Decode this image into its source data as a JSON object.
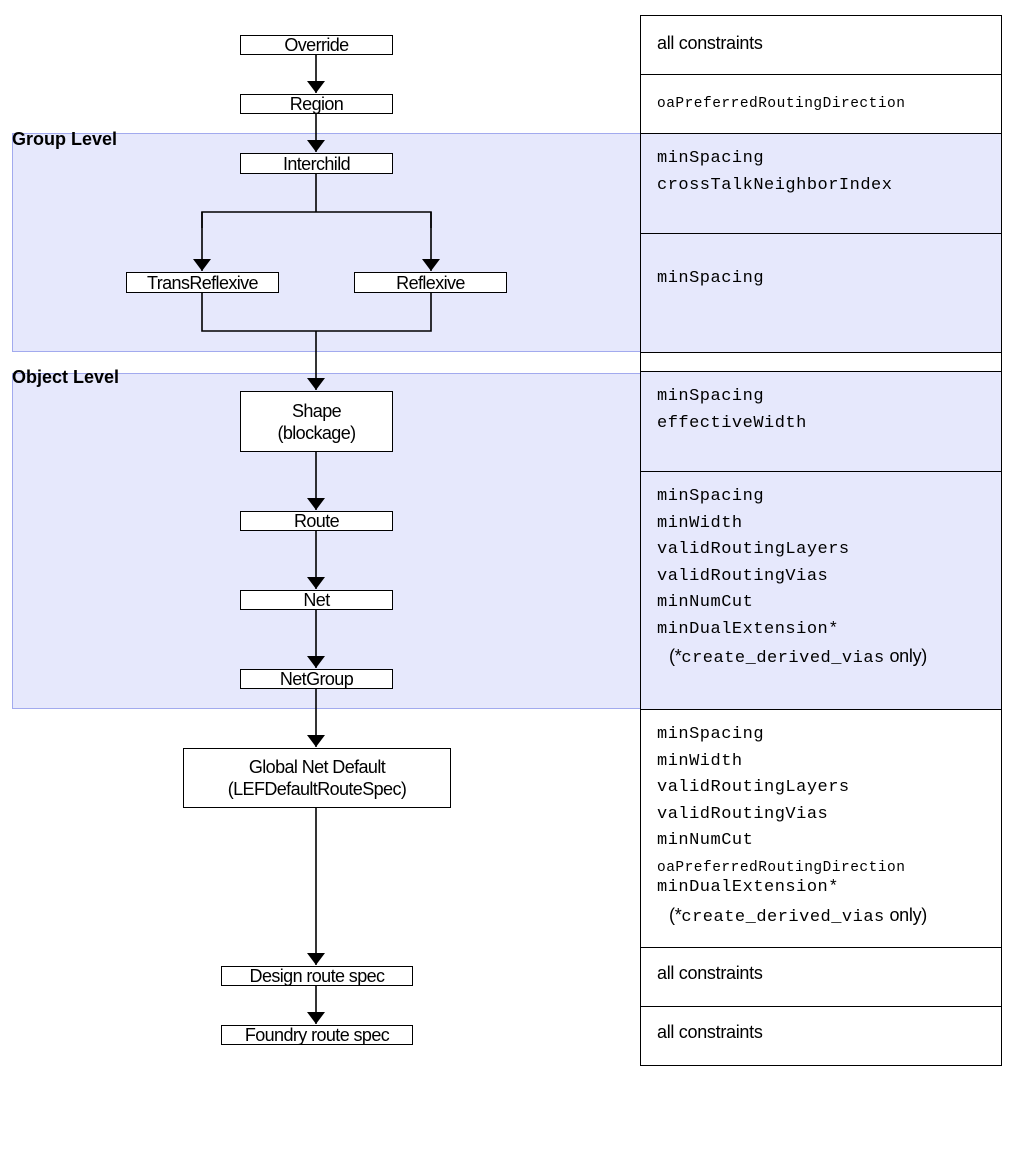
{
  "regions": {
    "group_label": "Group Level",
    "object_label": "Object Level",
    "fill": "#e6e8fc",
    "border": "#a2aaee"
  },
  "nodes": {
    "override": "Override",
    "region": "Region",
    "interchild": "Interchild",
    "transreflexive": "TransReflexive",
    "reflexive": "Reflexive",
    "shape_line1": "Shape",
    "shape_line2": "(blockage)",
    "route": "Route",
    "net": "Net",
    "netgroup": "NetGroup",
    "global_line1": "Global Net Default",
    "global_line2": "(LEFDefaultRouteSpec)",
    "design_route_spec": "Design route spec",
    "foundry_route_spec": "Foundry route spec"
  },
  "constraints": {
    "override": [
      "all constraints"
    ],
    "region": [
      "oaPreferredRoutingDirection"
    ],
    "interchild": [
      "minSpacing",
      "crossTalkNeighborIndex"
    ],
    "reflexive": [
      "minSpacing"
    ],
    "shape": [
      "minSpacing",
      "effectiveWidth"
    ],
    "route_net": [
      "minSpacing",
      "minWidth",
      "validRoutingLayers",
      "validRoutingVias",
      "minNumCut",
      "minDualExtension*"
    ],
    "global": [
      "minSpacing",
      "minWidth",
      "validRoutingLayers",
      "validRoutingVias",
      "minNumCut",
      "oaPreferredRoutingDirection",
      "minDualExtension*"
    ],
    "design": [
      "all constraints"
    ],
    "foundry": [
      "all constraints"
    ],
    "note_prefix": "(*",
    "note_code": "create_derived_vias",
    "note_suffix": " only)"
  }
}
